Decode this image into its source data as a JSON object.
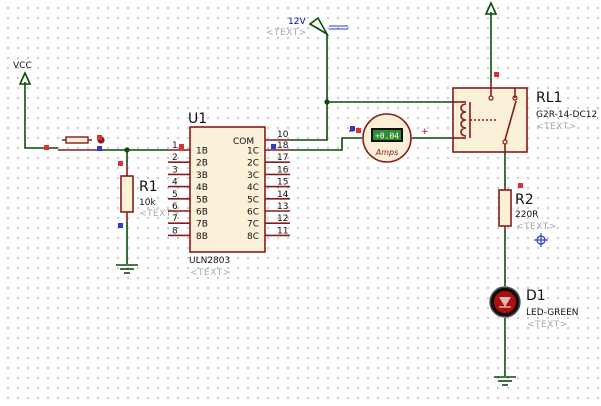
{
  "vcc": {
    "label": "VCC"
  },
  "supply": {
    "label": "12V",
    "placeholder": "<TEXT>"
  },
  "u1": {
    "ref": "U1",
    "part": "ULN2803",
    "placeholder": "<TEXT>",
    "com_label": "COM",
    "com_pin": "10",
    "left_pins": [
      {
        "num": "1",
        "name": "1B"
      },
      {
        "num": "2",
        "name": "2B"
      },
      {
        "num": "3",
        "name": "3B"
      },
      {
        "num": "4",
        "name": "4B"
      },
      {
        "num": "5",
        "name": "5B"
      },
      {
        "num": "6",
        "name": "6B"
      },
      {
        "num": "7",
        "name": "7B"
      },
      {
        "num": "8",
        "name": "8B"
      }
    ],
    "right_pins": [
      {
        "num": "18",
        "name": "1C"
      },
      {
        "num": "17",
        "name": "2C"
      },
      {
        "num": "16",
        "name": "3C"
      },
      {
        "num": "15",
        "name": "4C"
      },
      {
        "num": "14",
        "name": "5C"
      },
      {
        "num": "13",
        "name": "6C"
      },
      {
        "num": "12",
        "name": "7C"
      },
      {
        "num": "11",
        "name": "8C"
      }
    ]
  },
  "r1": {
    "ref": "R1",
    "value": "10k",
    "placeholder": "<TEXT>"
  },
  "ammeter": {
    "reading": "+0.04",
    "unit": "Amps",
    "plus": "+"
  },
  "rl1": {
    "ref": "RL1",
    "part": "G2R-14-DC12",
    "placeholder": "<TEXT>"
  },
  "r2": {
    "ref": "R2",
    "value": "220R",
    "placeholder": "<TEXT>"
  },
  "d1": {
    "ref": "D1",
    "part": "LED-GREEN",
    "placeholder": "<TEXT>"
  },
  "colors": {
    "wire": "#0a4d0a",
    "component": "#8b1a1a",
    "body_fill": "#fbf0d8",
    "meter_display": "#2f8f2f",
    "led": "#aa1010"
  }
}
